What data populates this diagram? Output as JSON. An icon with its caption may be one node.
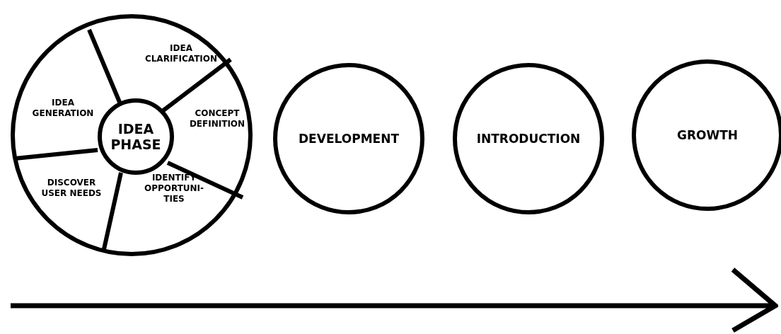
{
  "diagram": {
    "nodes": [
      {
        "text": [],
        "shape": "circle"
      },
      {
        "text": [
          "IDEA CLARIFICATION"
        ],
        "in": 0
      },
      {
        "text": [
          "IDEA GENERATION"
        ],
        "in": 0
      },
      {
        "text": [
          "IDEA PHASE"
        ],
        "in": 0
      },
      {
        "text": [
          "CONCEPT DEFINITION"
        ],
        "in": 0
      },
      {
        "text": [
          "DISCOVER USER NEEDS"
        ],
        "in": 0
      },
      {
        "text": [
          "IDENTIFY OPPORTUNI- TIES"
        ],
        "in": 0
      },
      {
        "text": [
          "DEVELOPMENT"
        ]
      },
      {
        "text": [
          "INTRODUCTION"
        ]
      },
      {
        "text": [
          "GROWTH"
        ]
      }
    ]
  }
}
